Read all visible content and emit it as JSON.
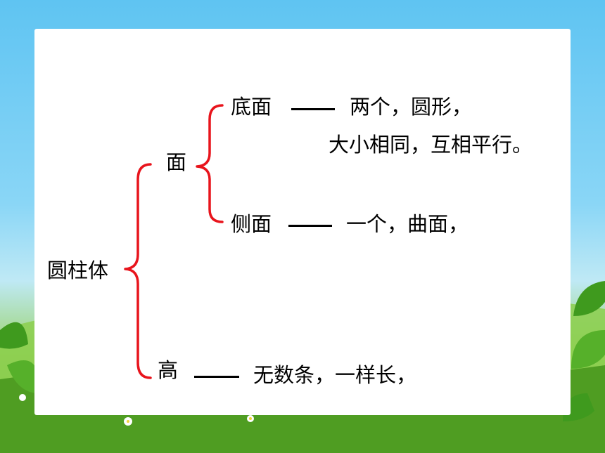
{
  "diagram": {
    "root": "圆柱体",
    "face": {
      "label": "面",
      "bottom": {
        "label": "底面",
        "dash": "——",
        "desc_line1": "两个，圆形，",
        "desc_line2": "大小相同，互相平行。"
      },
      "side": {
        "label": "侧面",
        "dash": "——",
        "desc": "一个，曲面，"
      }
    },
    "height": {
      "label": "高",
      "dash": "——",
      "desc": "无数条，一样长，"
    }
  },
  "colors": {
    "brace": "#e8141c",
    "sky": "#5fc4f2",
    "grass": "#5ea82c",
    "card": "#ffffff"
  }
}
